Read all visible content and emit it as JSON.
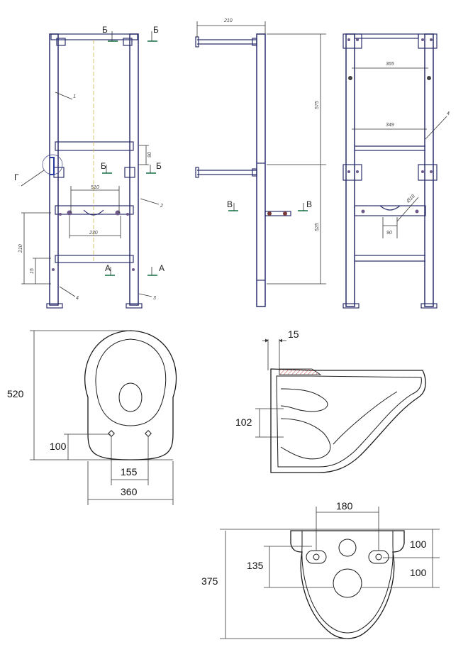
{
  "front_frame": {
    "section_b_left": "Б",
    "section_b_right": "Б",
    "section_b2_left": "Б",
    "section_b2_right": "Б",
    "section_a_left": "A",
    "section_a_right": "A",
    "detail_g": "Г",
    "callout_1": "1",
    "callout_2": "2",
    "callout_3": "3",
    "callout_4": "4",
    "dim_510": "510",
    "dim_230": "230",
    "dim_90": "90",
    "dim_210": "210",
    "dim_15": "15"
  },
  "side_frame": {
    "dim_210": "210",
    "dim_575": "575",
    "dim_525": "525",
    "section_v_left": "В",
    "section_v_right": "В"
  },
  "rear_frame": {
    "dim_365": "365",
    "dim_349": "349",
    "dim_90": "90",
    "dim_d18": "Ø18",
    "callout_4": "4"
  },
  "bowl_top": {
    "dim_520": "520",
    "dim_100": "100",
    "dim_155": "155",
    "dim_360": "360"
  },
  "bowl_side": {
    "dim_15": "15",
    "dim_102": "102"
  },
  "bowl_rear": {
    "dim_180": "180",
    "dim_375": "375",
    "dim_135": "135",
    "dim_100_top": "100",
    "dim_100_bottom": "100"
  }
}
